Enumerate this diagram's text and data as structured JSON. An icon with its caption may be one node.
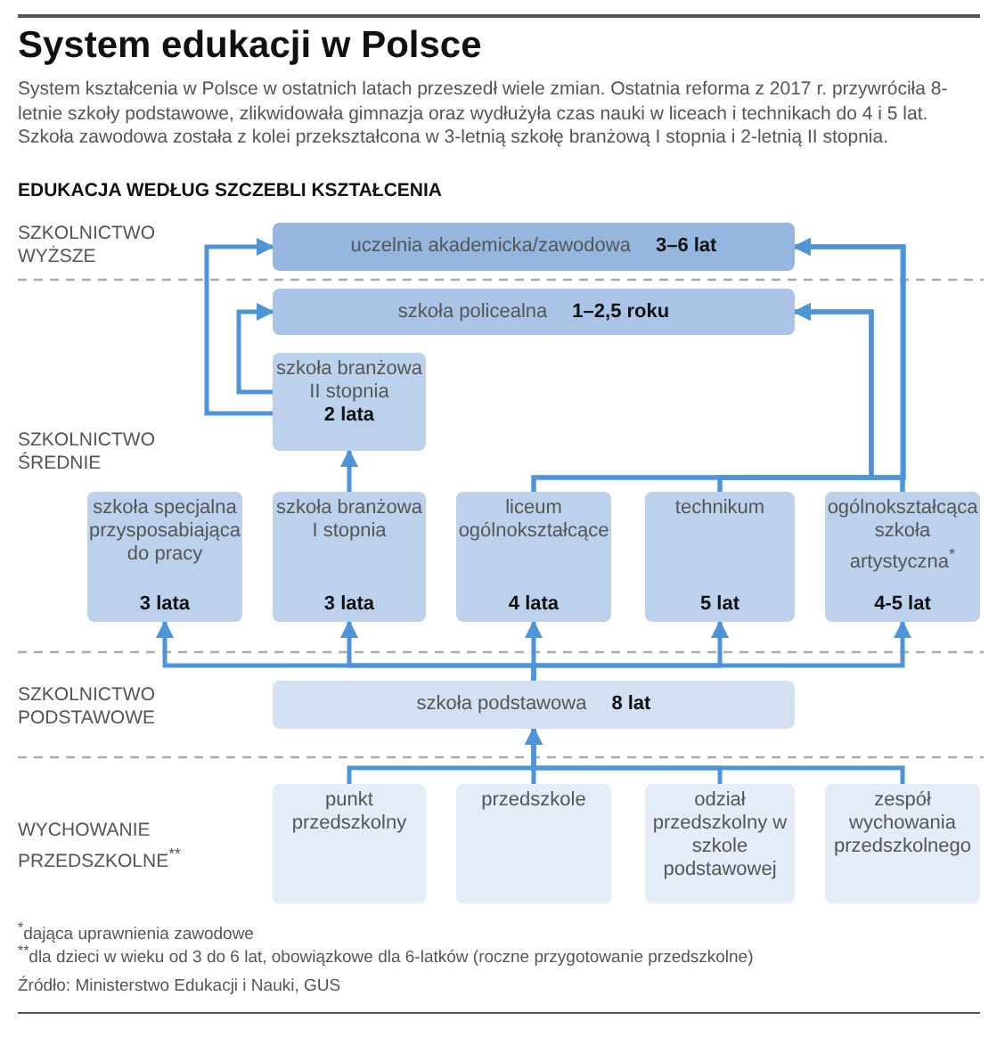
{
  "diagram": {
    "title": "System edukacji w Polsce",
    "nodes": [
      {
        "text": [
          "uczelnia akademicka/zawodowa",
          "3–6 lat"
        ]
      },
      {
        "text": [
          "szkoła policealna",
          "1–2,5 roku"
        ]
      },
      {
        "text": [
          "szkoła branżowa II stopnia",
          "2 lata"
        ]
      },
      {
        "text": [
          "szkoła specjalna przysposabiająca do pracy",
          "3 lata"
        ]
      },
      {
        "text": [
          "szkoła branżowa I stopnia",
          "3 lata"
        ]
      },
      {
        "text": [
          "liceum ogólnokształcące",
          "4 lata"
        ]
      },
      {
        "text": [
          "technikum",
          "5 lat"
        ]
      },
      {
        "text": [
          "ogólnokształcąca szkoła artystyczna$^{*}$",
          "4-5 lat"
        ]
      },
      {
        "text": [
          "szkoła podstawowa",
          "8 lat"
        ]
      },
      {
        "text": [
          "punkt przedszkolny"
        ]
      },
      {
        "text": [
          "przedszkole"
        ]
      },
      {
        "text": [
          "odział przedszkolny w szkole podstawowej"
        ]
      },
      {
        "text": [
          "zespół wychowania przedszkolnego"
        ]
      }
    ],
    "edges": [
      {
        "from": 2,
        "to": 0,
        "arrow": "to"
      },
      {
        "from": 2,
        "to": 1,
        "arrow": "to"
      },
      {
        "from": 4,
        "to": 2,
        "arrow": "to"
      },
      {
        "from": 5,
        "to": 0,
        "arrow": "to"
      },
      {
        "from": 6,
        "to": 0,
        "arrow": "to"
      },
      {
        "from": 7,
        "to": 0,
        "arrow": "to"
      },
      {
        "from": 5,
        "to": 1,
        "arrow": "to"
      },
      {
        "from": 6,
        "to": 1,
        "arrow": "to"
      },
      {
        "from": 7,
        "to": 1,
        "arrow": "to"
      },
      {
        "from": 8,
        "to": 3,
        "arrow": "to"
      },
      {
        "from": 8,
        "to": 4,
        "arrow": "to"
      },
      {
        "from": 8,
        "to": 5,
        "arrow": "to"
      },
      {
        "from": 8,
        "to": 6,
        "arrow": "to"
      },
      {
        "from": 8,
        "to": 7,
        "arrow": "to"
      },
      {
        "from": 9,
        "to": 8,
        "arrow": "to"
      },
      {
        "from": 10,
        "to": 8,
        "arrow": "to"
      },
      {
        "from": 11,
        "to": 8,
        "arrow": "to"
      },
      {
        "from": 12,
        "to": 8,
        "arrow": "to"
      }
    ],
    "labels": [
      "System kształcenia w Polsce w ostatnich latach przeszedł wiele zmian. Ostatnia reforma z 2017 r. przywróciła 8-letnie szkoły podstawowe, zlikwidowała gimnazja oraz wydłużyła czas nauki w liceach i technikach do 4 i 5 lat. Szkoła zawodowa została z kolei przekształcona w 3-letnią szkołę branżową I stopnia i 2-letnią II stopnia.",
      "EDUKACJA WEDŁUG SZCZEBLI KSZTAŁCENIA",
      "SZKOLNICTWO WYŻSZE",
      "SZKOLNICTWO ŚREDNIE",
      "SZKOLNICTWO PODSTAWOWE",
      "WYCHOWANIE PRZEDSZKOLNE$^{**}$",
      "$^{*}$dająca uprawnienia zawodowe",
      "$^{**}$dla dzieci w wieku od 3 do 6 lat, obowiązkowe dla 6-latków (roczne przygotowanie przedszkolne)",
      "Źródło: Ministerstwo Edukacji i Nauki, GUS"
    ]
  }
}
